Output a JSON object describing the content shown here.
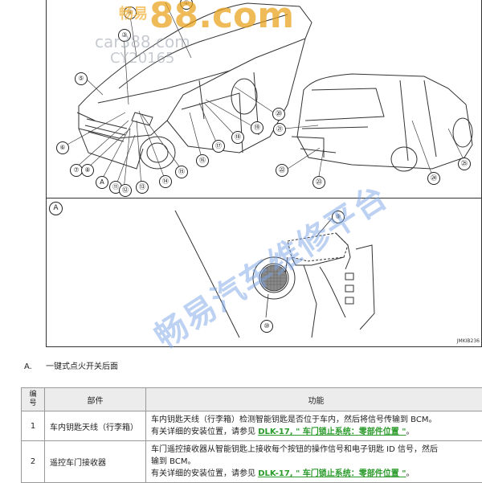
{
  "figure": {
    "code": "JMKIB236",
    "panel_a_label": "A",
    "callouts_top": [
      "①",
      "③",
      "④",
      "⑤",
      "⑥",
      "⑦",
      "⑧",
      "A",
      "⑪",
      "⑫",
      "⑬",
      "⑭",
      "⑮",
      "⑯",
      "⑰",
      "⑱",
      "⑲",
      "⑳",
      "㉑",
      "㉒",
      "㉓",
      "㉔",
      "㉕"
    ],
    "callouts_bottom": [
      "⑨",
      "⑩"
    ]
  },
  "watermarks": {
    "w1": "畅易",
    "w2": "88.com",
    "w3": "car388.com",
    "w4": "CY20165",
    "w5": "畅易汽车维修平台"
  },
  "note": {
    "key": "A.",
    "text": "一键式点火开关后面"
  },
  "table": {
    "headers": [
      "编号",
      "部件",
      "功能"
    ],
    "rows": [
      {
        "no": "1",
        "part": "车内钥匙天线（行李箱）",
        "line1": "车内钥匙天线（行李箱）检测智能钥匙是否位于车内，然后将信号传输到 BCM。",
        "line2_pre": "有关详细的安装位置，请参见 ",
        "link": "DLK-17, \" 车门锁止系统：零部件位置 \"",
        "line2_post": "。"
      },
      {
        "no": "2",
        "part": "遥控车门接收器",
        "line1": "车门遥控接收器从智能钥匙上接收每个按钮的操作信号和电子钥匙 ID 信号，然后",
        "line1b": "输到 BCM。",
        "line2_pre": "有关详细的安装位置，请参见 ",
        "link": "DLK-17, \" 车门锁止系统：零部件位置 \"",
        "line2_post": "。"
      }
    ]
  }
}
